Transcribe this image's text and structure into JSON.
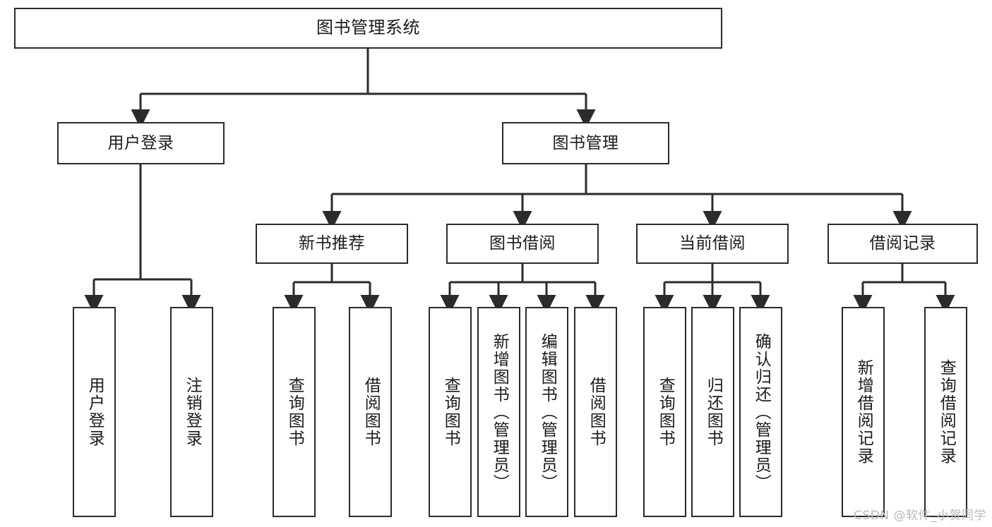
{
  "diagram": {
    "type": "tree-hierarchy",
    "title": "图书管理系统",
    "watermark": "CSDN @软件_小贺同学",
    "colors": {
      "background": "#ffffff",
      "box_border": "#2b2b2b",
      "box_fill": "#ffffff",
      "text": "#1b1b1b",
      "connector": "#2b2b2b",
      "watermark": "#b9b9b9"
    },
    "levels": {
      "level0": [
        {
          "id": "root",
          "label": "图书管理系统",
          "orientation": "horizontal"
        }
      ],
      "level1": [
        {
          "id": "user-login",
          "label": "用户登录",
          "orientation": "horizontal",
          "parent": "root"
        },
        {
          "id": "book-manage",
          "label": "图书管理",
          "orientation": "horizontal",
          "parent": "root"
        }
      ],
      "level2": [
        {
          "id": "new-book-rec",
          "label": "新书推荐",
          "orientation": "horizontal",
          "parent": "book-manage"
        },
        {
          "id": "book-borrow",
          "label": "图书借阅",
          "orientation": "horizontal",
          "parent": "book-manage"
        },
        {
          "id": "current-borrow",
          "label": "当前借阅",
          "orientation": "horizontal",
          "parent": "book-manage"
        },
        {
          "id": "borrow-record",
          "label": "借阅记录",
          "orientation": "horizontal",
          "parent": "book-manage"
        }
      ],
      "level3": [
        {
          "id": "leaf-user-login",
          "label": "用户登录",
          "orientation": "vertical",
          "parent": "user-login"
        },
        {
          "id": "leaf-user-logout",
          "label": "注销登录",
          "orientation": "vertical",
          "parent": "user-login"
        },
        {
          "id": "leaf-rec-query",
          "label": "查询图书",
          "orientation": "vertical",
          "parent": "new-book-rec"
        },
        {
          "id": "leaf-rec-borrow",
          "label": "借阅图书",
          "orientation": "vertical",
          "parent": "new-book-rec"
        },
        {
          "id": "leaf-borrow-query",
          "label": "查询图书",
          "orientation": "vertical",
          "parent": "book-borrow"
        },
        {
          "id": "leaf-borrow-add",
          "label": "新增图书（管理员）",
          "orientation": "vertical",
          "parent": "book-borrow"
        },
        {
          "id": "leaf-borrow-edit",
          "label": "编辑图书（管理员）",
          "orientation": "vertical",
          "parent": "book-borrow"
        },
        {
          "id": "leaf-borrow-lend",
          "label": "借阅图书",
          "orientation": "vertical",
          "parent": "book-borrow"
        },
        {
          "id": "leaf-cur-query",
          "label": "查询图书",
          "orientation": "vertical",
          "parent": "current-borrow"
        },
        {
          "id": "leaf-cur-return",
          "label": "归还图书",
          "orientation": "vertical",
          "parent": "current-borrow"
        },
        {
          "id": "leaf-cur-confirm",
          "label": "确认归还（管理员）",
          "orientation": "vertical",
          "parent": "current-borrow"
        },
        {
          "id": "leaf-rec-add",
          "label": "新增借阅记录",
          "orientation": "vertical",
          "parent": "borrow-record"
        },
        {
          "id": "leaf-rec-search",
          "label": "查询借阅记录",
          "orientation": "vertical",
          "parent": "borrow-record"
        }
      ]
    }
  }
}
